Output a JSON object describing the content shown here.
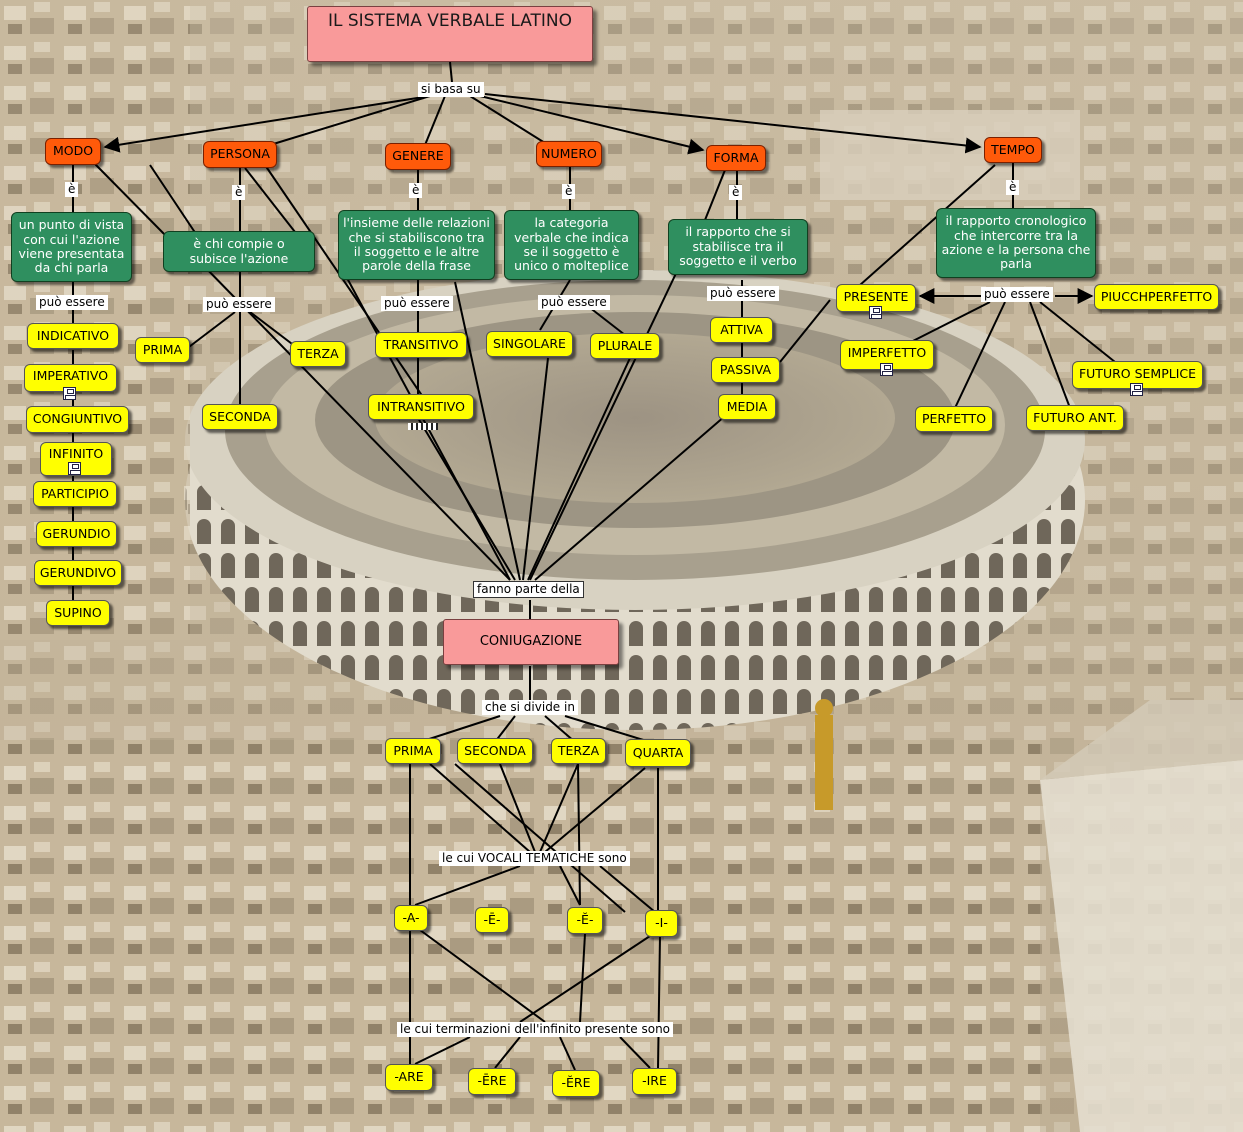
{
  "title": "IL SISTEMA VERBALE LATINO",
  "links": {
    "si_basa_su": "si basa su",
    "e_modo": "è",
    "e_persona": "è",
    "e_genere": "è",
    "e_numero": "è",
    "e_forma": "è",
    "e_tempo": "è",
    "puo_modo": "può essere",
    "puo_persona": "può essere",
    "puo_genere": "può essere",
    "puo_numero": "può essere",
    "puo_forma": "può essere",
    "puo_tempo": "può essere",
    "fanno_parte": "fanno parte della",
    "che_si_divide": "che si divide in",
    "vocali": "le cui VOCALI TEMATICHE sono",
    "terminazioni": "le cui terminazioni dell'infinito presente sono"
  },
  "concepts": {
    "modo": "MODO",
    "persona": "PERSONA",
    "genere": "GENERE",
    "numero": "NUMERO",
    "forma": "FORMA",
    "tempo": "TEMPO",
    "modo_def": "un punto di vista con cui l'azione viene presentata da chi parla",
    "persona_def": "è chi compie o subisce l'azione",
    "genere_def": "l'insieme delle relazioni che si stabiliscono tra il soggetto e le altre parole della frase",
    "numero_def": "la categoria verbale che indica se il soggetto è unico o molteplice",
    "forma_def": "il rapporto che si stabilisce tra il soggetto e il verbo",
    "tempo_def": "il rapporto cronologico che intercorre tra la azione e la persona che parla",
    "indicativo": "INDICATIVO",
    "imperativo": "IMPERATIVO",
    "congiuntivo": "CONGIUNTIVO",
    "infinito": "INFINITO",
    "participio": "PARTICIPIO",
    "gerundio": "GERUNDIO",
    "gerundivo": "GERUNDIVO",
    "supino": "SUPINO",
    "prima_p": "PRIMA",
    "seconda_p": "SECONDA",
    "terza_p": "TERZA",
    "transitivo": "TRANSITIVO",
    "intransitivo": "INTRANSITIVO",
    "singolare": "SINGOLARE",
    "plurale": "PLURALE",
    "attiva": "ATTIVA",
    "passiva": "PASSIVA",
    "media": "MEDIA",
    "presente": "PRESENTE",
    "imperfetto": "IMPERFETTO",
    "perfetto": "PERFETTO",
    "futuro_ant": "FUTURO ANT.",
    "futuro_semplice": "FUTURO SEMPLICE",
    "piucchperfetto": "PIUCCHPERFETTO",
    "coniugazione": "CONIUGAZIONE",
    "prima_c": "PRIMA",
    "seconda_c": "SECONDA",
    "terza_c": "TERZA",
    "quarta_c": "QUARTA",
    "voc_a": "-A-",
    "voc_e_long": "-Ē-",
    "voc_e_short": "-Ĕ-",
    "voc_i": "-I-",
    "ter_are": "-ARE",
    "ter_ere_long": "-ĒRE",
    "ter_ere_short": "-ĔRE",
    "ter_ire": "-IRE"
  },
  "colors": {
    "title_fill": "#f99a9a",
    "orange_fill": "#ff5a0a",
    "green_fill": "#2f8f5f",
    "yellow_fill": "#ffff00"
  }
}
